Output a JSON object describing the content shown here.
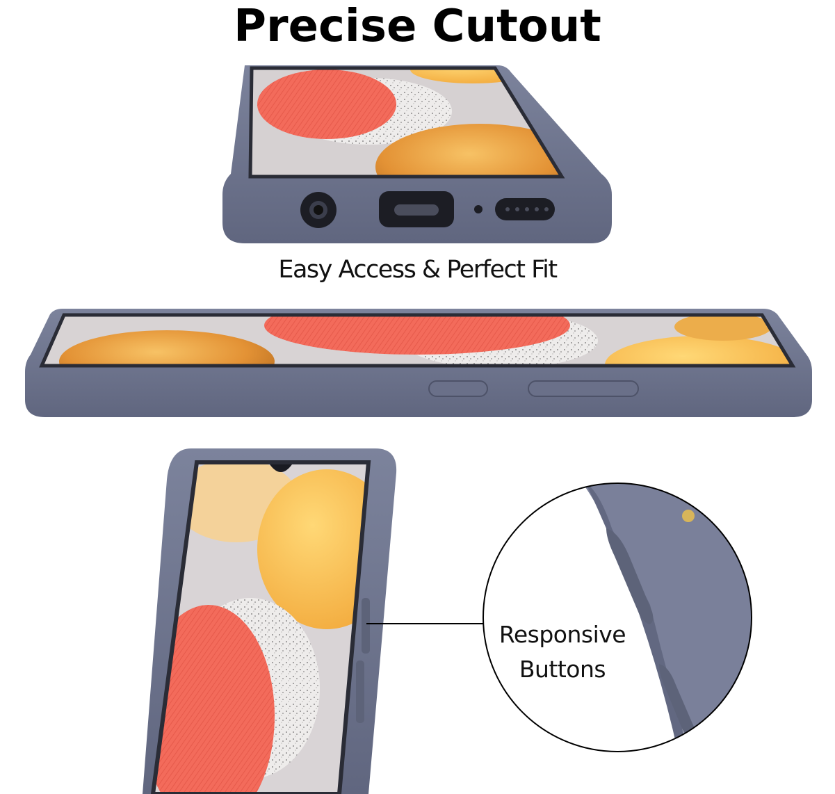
{
  "headline": "Precise Cutout",
  "caption": "Easy Access & Perfect Fit",
  "callout": {
    "line1": "Responsive",
    "line2": "Buttons"
  },
  "colors": {
    "case": "#6f7690",
    "case_dark": "#555b74",
    "screen_bg": "#d9d4d6",
    "coral": "#f26a5a",
    "orange": "#e9a03d",
    "yellow": "#f8bf4a",
    "text": "#000000"
  }
}
